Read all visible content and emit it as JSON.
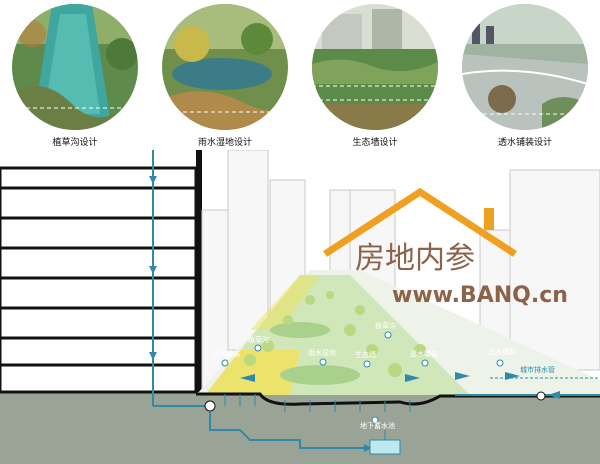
{
  "designs": [
    {
      "label": "植草沟设计",
      "icon": "grass-swale-photo"
    },
    {
      "label": "雨水湿地设计",
      "icon": "rain-wetland-photo"
    },
    {
      "label": "生态墙设计",
      "icon": "eco-wall-photo"
    },
    {
      "label": "透水铺装设计",
      "icon": "permeable-paving-photo"
    }
  ],
  "watermark": {
    "title": "房地内参",
    "url": "www.BANQ.cn"
  },
  "section_labels": {
    "grass_swale_left": "植草沟",
    "permeable_left": "透水铺装",
    "rain_wetland": "雨水湿地",
    "eco_wall": "生态墙",
    "grass_swale_right": "植草沟",
    "permeable_mid": "透水铺装",
    "permeable_right": "透水铺装",
    "city_drain": "城市排水管",
    "underground_tank": "地下蓄水池"
  },
  "colors": {
    "lawn": "#cfe7b9",
    "lawn_dark": "#a9d18c",
    "yellow_edge": "#f2e25a",
    "water_teal": "#2f7fa0",
    "arrow_blue": "#2e8aa8",
    "soil": "#9aa496",
    "roof_orange": "#f0a020",
    "watermark_text": "#7a4a2a"
  }
}
